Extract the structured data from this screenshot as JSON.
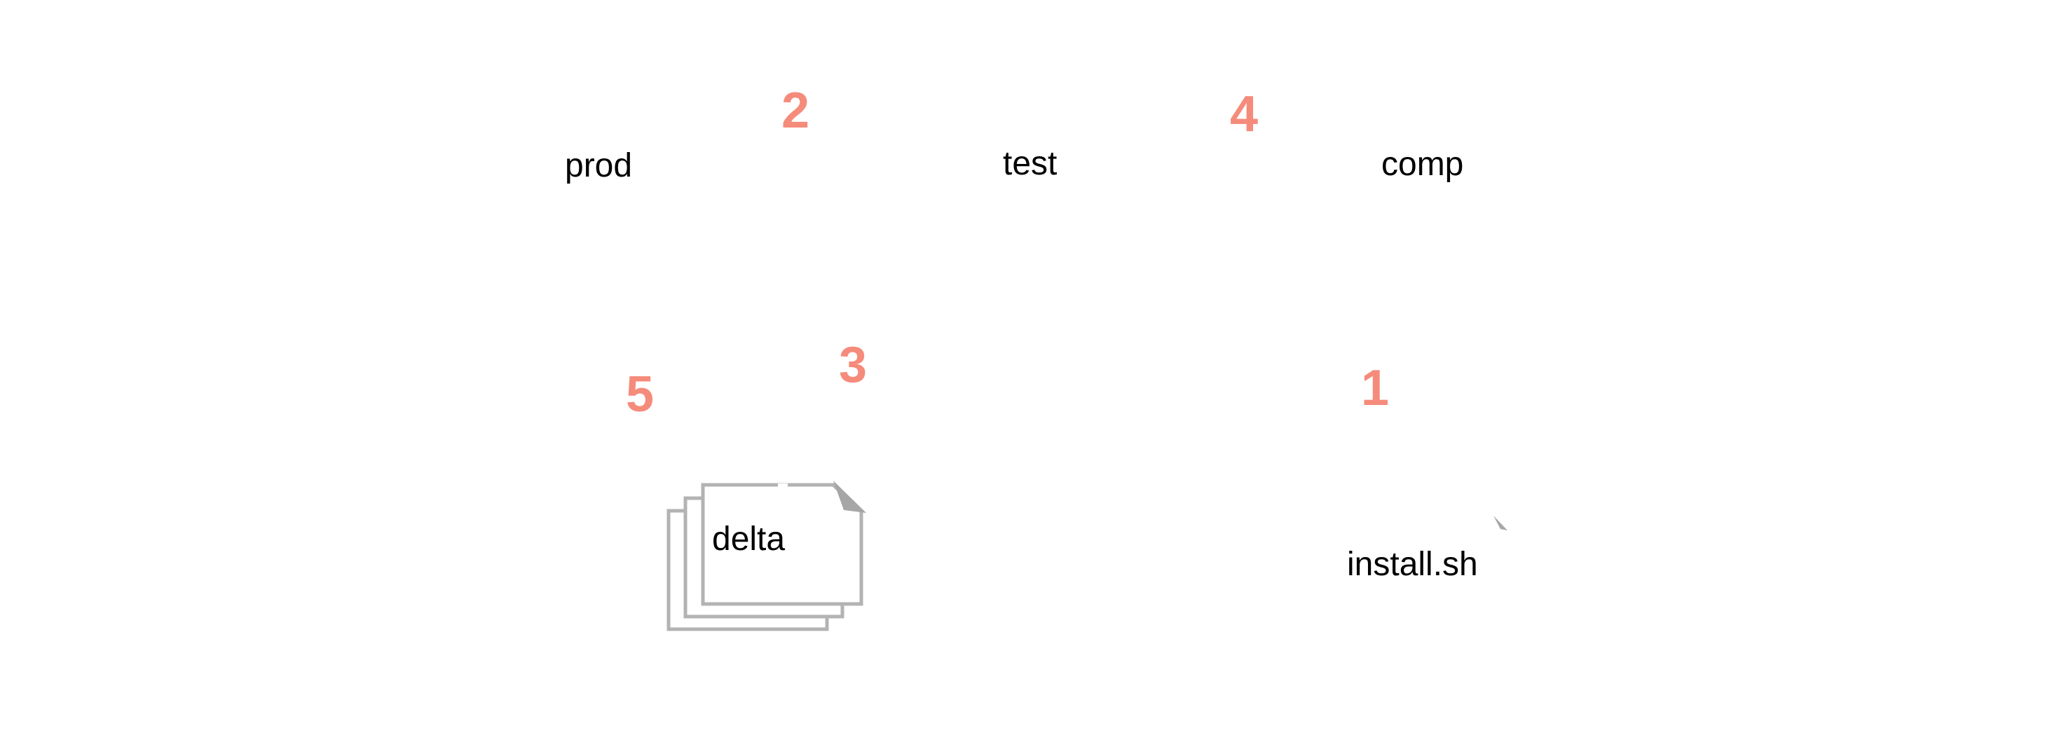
{
  "colors": {
    "step_number": "#f58b7b",
    "document_stroke": "#b3b3b3",
    "document_fold": "#a6a6a6",
    "label": "#000000",
    "background": "#ffffff"
  },
  "nodes": {
    "prod": "prod",
    "test": "test",
    "comp": "comp",
    "delta": "delta",
    "install": "install.sh"
  },
  "steps": {
    "one": "1",
    "two": "2",
    "three": "3",
    "four": "4",
    "five": "5"
  },
  "icons": {
    "delta": "stacked-documents-icon",
    "install": "document-fold-icon"
  }
}
